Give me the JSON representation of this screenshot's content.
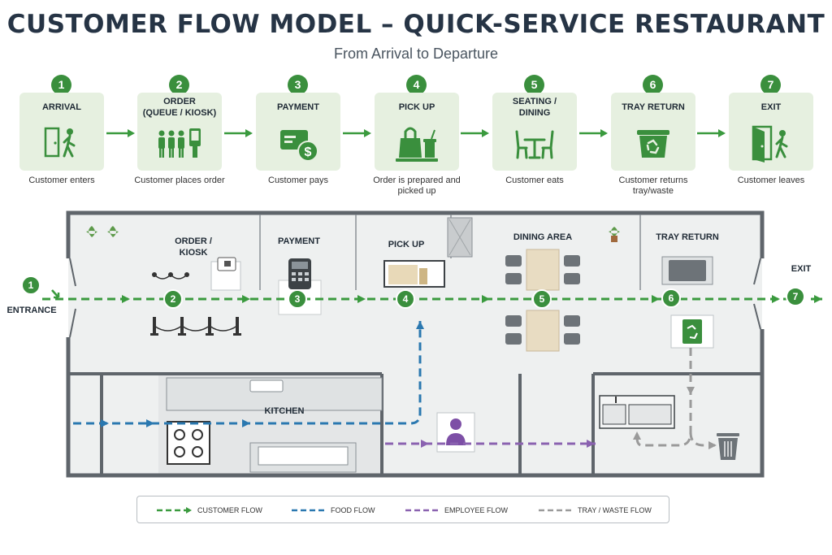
{
  "header": {
    "title": "CUSTOMER FLOW MODEL – QUICK-SERVICE RESTAURANT",
    "subtitle": "From Arrival to Departure"
  },
  "steps": [
    {
      "num": "1",
      "label": "ARRIVAL",
      "desc": "Customer enters",
      "icon": "door-walk-icon"
    },
    {
      "num": "2",
      "label": "ORDER\n(QUEUE / KIOSK)",
      "desc": "Customer places order",
      "icon": "queue-kiosk-icon"
    },
    {
      "num": "3",
      "label": "PAYMENT",
      "desc": "Customer pays",
      "icon": "card-payment-icon"
    },
    {
      "num": "4",
      "label": "PICK UP",
      "desc": "Order is prepared and picked up",
      "icon": "food-bag-icon"
    },
    {
      "num": "5",
      "label": "SEATING /\nDINING",
      "desc": "Customer eats",
      "icon": "table-chairs-icon"
    },
    {
      "num": "6",
      "label": "TRAY RETURN",
      "desc": "Customer returns tray/waste",
      "icon": "recycle-bin-icon"
    },
    {
      "num": "7",
      "label": "EXIT",
      "desc": "Customer leaves",
      "icon": "exit-door-icon"
    }
  ],
  "floorplan": {
    "entrance": "ENTRANCE",
    "exit": "EXIT",
    "order_kiosk": "ORDER /\nKIOSK",
    "payment": "PAYMENT",
    "pickup": "PICK UP",
    "dining": "DINING AREA",
    "tray_return": "TRAY RETURN",
    "kitchen": "KITCHEN",
    "markers": [
      "1",
      "2",
      "3",
      "4",
      "5",
      "6",
      "7"
    ]
  },
  "legend": [
    {
      "label": "CUSTOMER FLOW",
      "color": "#3a9a3e"
    },
    {
      "label": "FOOD FLOW",
      "color": "#2a78b0"
    },
    {
      "label": "EMPLOYEE FLOW",
      "color": "#8a62b0"
    },
    {
      "label": "TRAY / WASTE FLOW",
      "color": "#9a9a9a"
    }
  ],
  "colors": {
    "accent": "#3a8f3d",
    "card": "#e6f0e0",
    "wall": "#5f656b",
    "floor": "#eef0f0"
  }
}
